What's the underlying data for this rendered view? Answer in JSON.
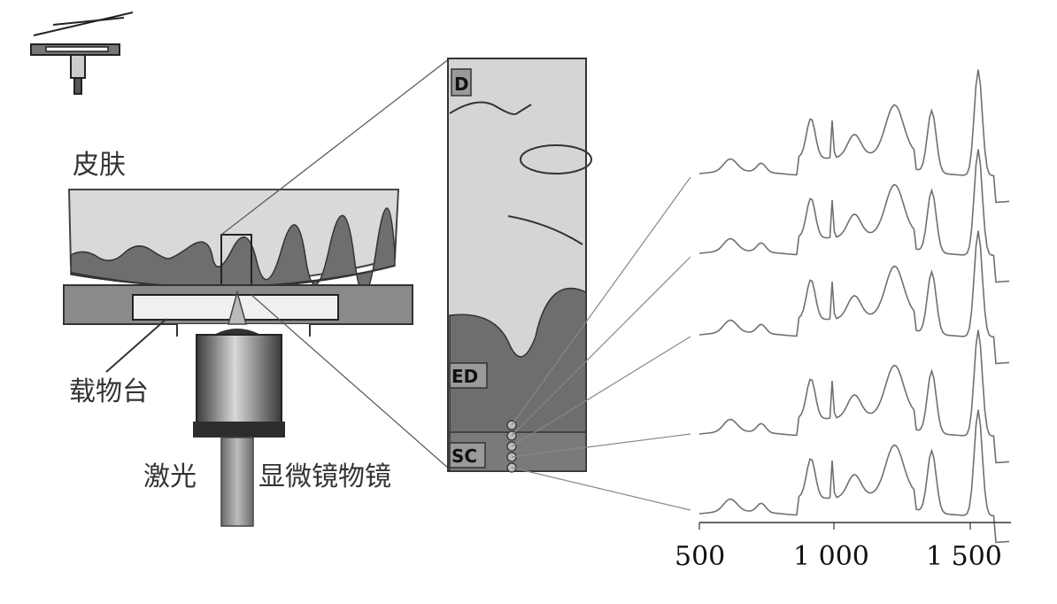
{
  "labels": {
    "skin": "皮肤",
    "stage": "载物台",
    "laser": "激光",
    "objective": "显微镜物镜"
  },
  "layers": {
    "dermis": "D",
    "epidermis": "ED",
    "stratum_corneum": "SC"
  },
  "spectra_axis": {
    "ticks": [
      "500",
      "1 000",
      "1 500"
    ]
  },
  "colors": {
    "skin_light": "#dcdcdc",
    "skin_dark": "#6e6e6e",
    "stage": "#8a8a8a",
    "objective_light": "#c8c8c8",
    "objective_dark": "#3a3a3a",
    "spectrum_line": "#707070"
  }
}
